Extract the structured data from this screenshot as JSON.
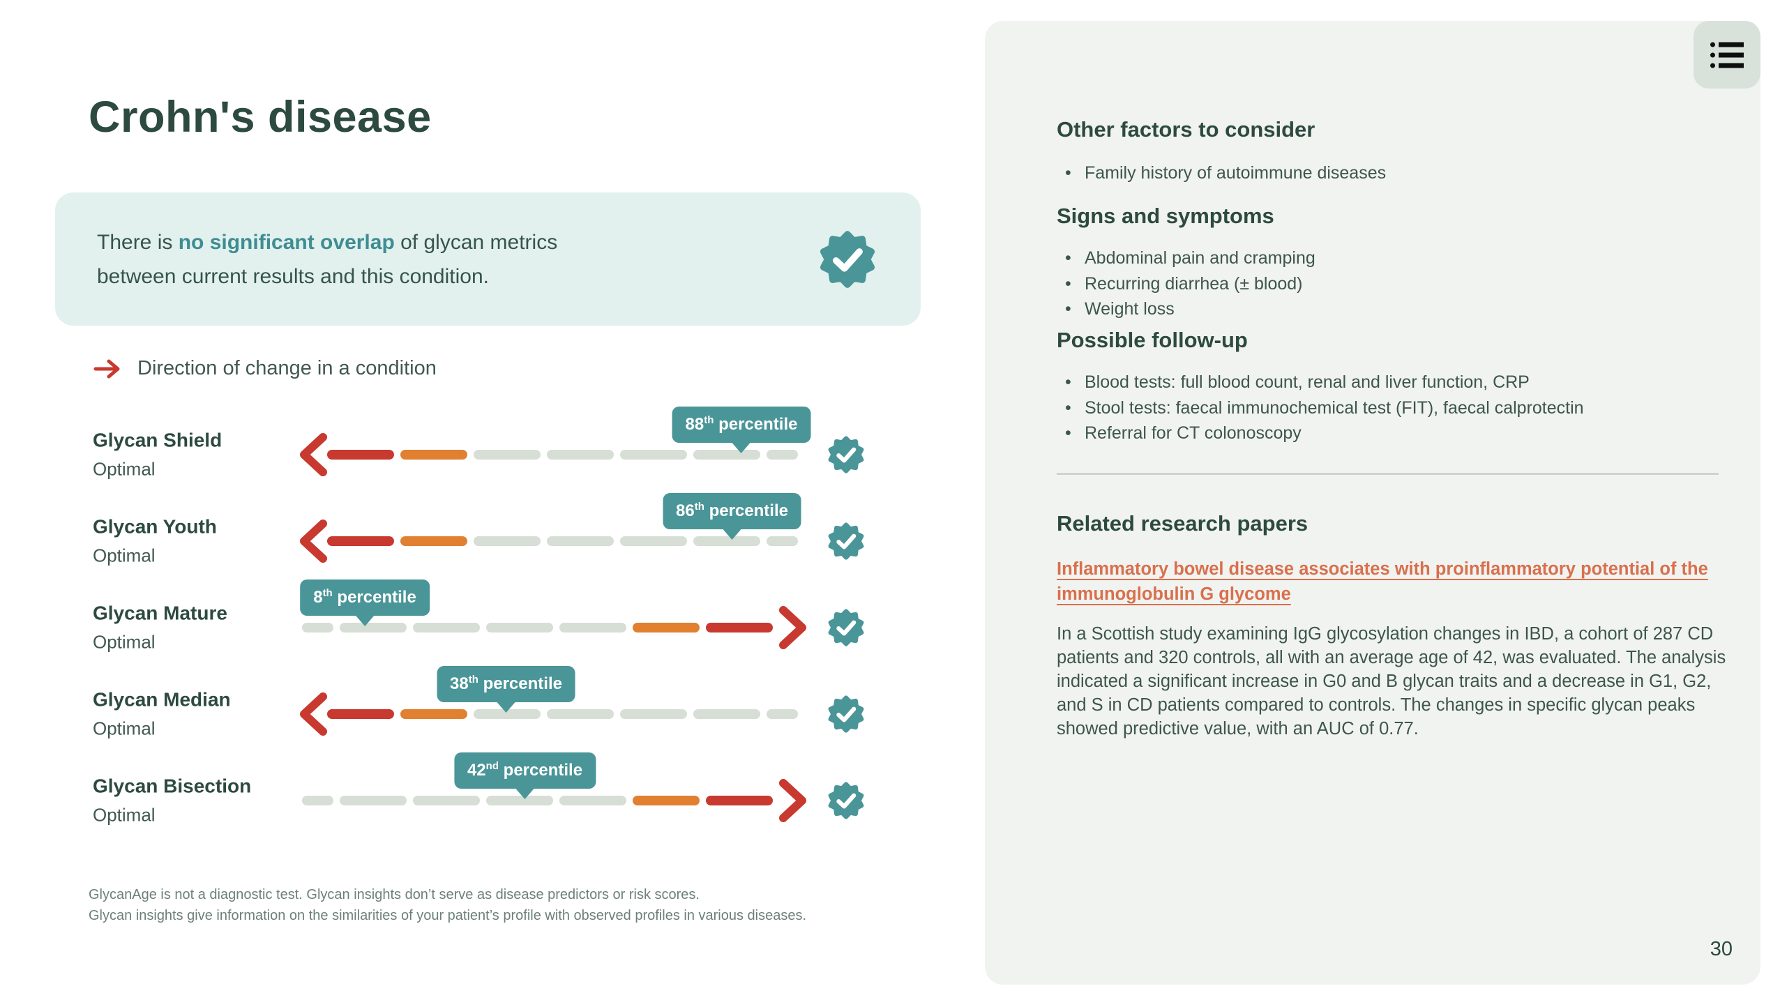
{
  "page": {
    "title": "Crohn's disease",
    "page_number": "30"
  },
  "overlap_box": {
    "prefix": "There is ",
    "highlight": "no significant overlap",
    "suffix": " of glycan metrics between current results and this condition."
  },
  "chart": {
    "legend": "Direction of change in a condition",
    "rows": [
      {
        "name": "Glycan Shield",
        "status": "Optimal",
        "percentile": 88,
        "ordinal": "th",
        "unit": "percentile",
        "direction": "left"
      },
      {
        "name": "Glycan Youth",
        "status": "Optimal",
        "percentile": 86,
        "ordinal": "th",
        "unit": "percentile",
        "direction": "left"
      },
      {
        "name": "Glycan Mature",
        "status": "Optimal",
        "percentile": 8,
        "ordinal": "th",
        "unit": "percentile",
        "direction": "right"
      },
      {
        "name": "Glycan Median",
        "status": "Optimal",
        "percentile": 38,
        "ordinal": "th",
        "unit": "percentile",
        "direction": "left"
      },
      {
        "name": "Glycan Bisection",
        "status": "Optimal",
        "percentile": 42,
        "ordinal": "nd",
        "unit": "percentile",
        "direction": "right"
      }
    ]
  },
  "disclaimer": {
    "line1": "GlycanAge is not a diagnostic test. Glycan insights don’t serve as disease predictors or risk scores.",
    "line2": "Glycan insights give information on the similarities of your patient’s profile with observed profiles in various diseases."
  },
  "sidebar": {
    "other_factors": {
      "title": "Other factors to consider",
      "items": [
        "Family history of autoimmune diseases"
      ]
    },
    "signs": {
      "title": "Signs and symptoms",
      "items": [
        "Abdominal pain and cramping",
        "Recurring diarrhea (± blood)",
        "Weight loss"
      ]
    },
    "follow_up": {
      "title": "Possible follow-up",
      "items": [
        "Blood tests: full blood count, renal and liver function, CRP",
        "Stool tests: faecal immunochemical test (FIT), faecal calprotectin",
        "Referral for CT colonoscopy"
      ]
    },
    "research": {
      "title": "Related research papers",
      "link_text": "Inflammatory bowel disease associates with proinflammatory potential of the immunoglobulin G glycome",
      "summary": "In a Scottish study examining IgG glycosylation changes in IBD, a cohort of 287 CD patients and 320 controls, all with an average age of 42, was evaluated. The analysis indicated a significant increase in G0 and B glycan traits and a decrease in G1, G2, and S in CD patients compared to controls. The changes in specific glycan peaks showed predictive value, with an AUC of 0.77."
    }
  },
  "icons": {
    "menu": "list-menu-icon",
    "seal": "checkmark-seal-icon",
    "legend_arrow": "right-arrow-icon"
  },
  "colors": {
    "dark_green": "#2d4a40",
    "body_green": "#3d564c",
    "teal_accent": "#3e8d92",
    "badge_teal": "#4a9598",
    "red": "#c8392f",
    "orange": "#e08030",
    "dash_gray": "#d6ded5",
    "panel_bg": "#f1f3f1",
    "box_bg": "#e2f1ee",
    "button_bg": "#d9e1db",
    "link_orange": "#d9704c"
  }
}
